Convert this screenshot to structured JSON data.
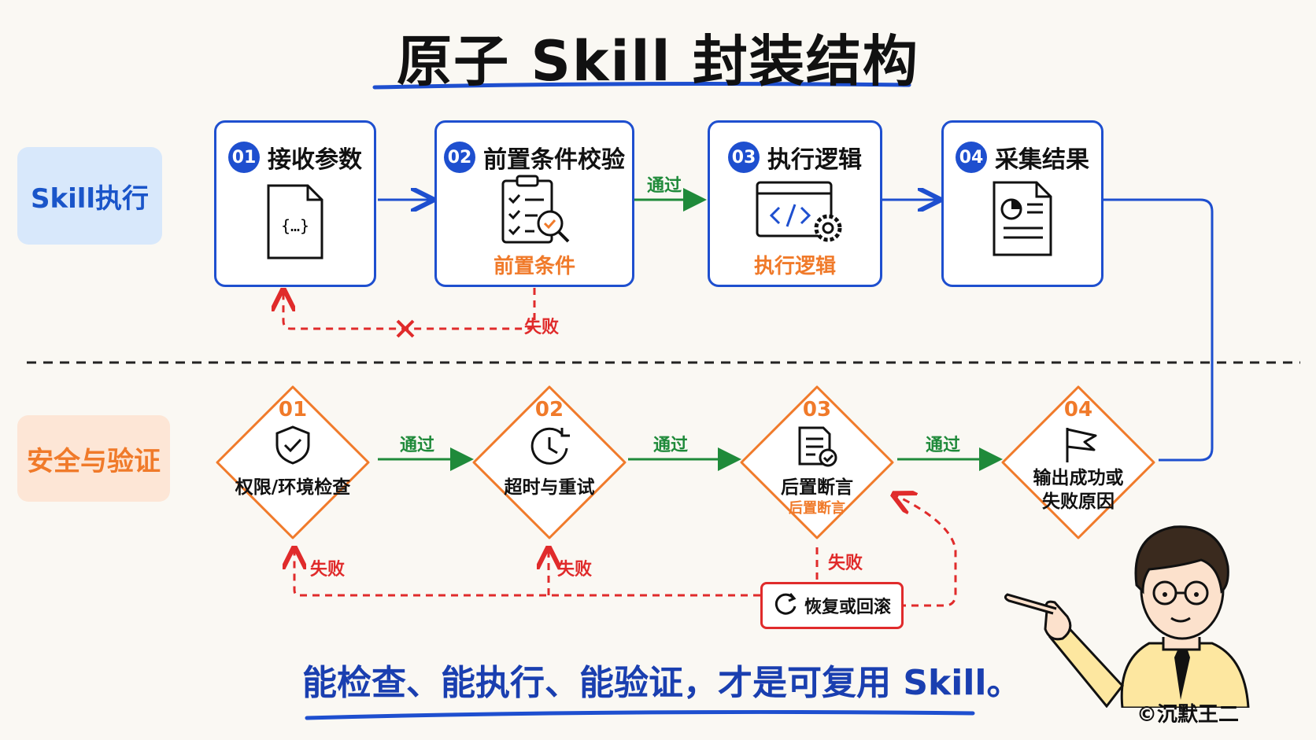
{
  "title": "原子 Skill 封装结构",
  "lanes": {
    "top": "Skill执行",
    "bottom": "安全与验证"
  },
  "top_steps": [
    {
      "num": "01",
      "title": "接收参数",
      "sub": "",
      "icon": "json-file-icon"
    },
    {
      "num": "02",
      "title": "前置条件校验",
      "sub": "前置条件",
      "icon": "checklist-search-icon"
    },
    {
      "num": "03",
      "title": "执行逻辑",
      "sub": "执行逻辑",
      "icon": "code-gear-icon"
    },
    {
      "num": "04",
      "title": "采集结果",
      "sub": "",
      "icon": "report-chart-icon"
    }
  ],
  "top_labels": {
    "pass": "通过",
    "fail": "失败"
  },
  "json_glyph": "{…}",
  "bottom_steps": [
    {
      "num": "01",
      "title": "权限/环境检查",
      "sub": "",
      "icon": "shield-check-icon"
    },
    {
      "num": "02",
      "title": "超时与重试",
      "sub": "",
      "icon": "clock-retry-icon"
    },
    {
      "num": "03",
      "title": "后置断言",
      "sub": "后置断言",
      "icon": "document-check-icon"
    },
    {
      "num": "04",
      "title": "输出成功或",
      "title2": "失败原因",
      "sub": "",
      "icon": "flag-icon"
    }
  ],
  "bottom_labels": {
    "pass": "通过",
    "fail": "失败",
    "recover": "恢复或回滚"
  },
  "tagline": "能检查、能执行、能验证，才是可复用 Skill。",
  "credit": "©沉默王二",
  "colors": {
    "blue": "#1e4fcf",
    "orange": "#f07a2a",
    "green": "#1f8a3a",
    "red": "#e02b2b"
  }
}
